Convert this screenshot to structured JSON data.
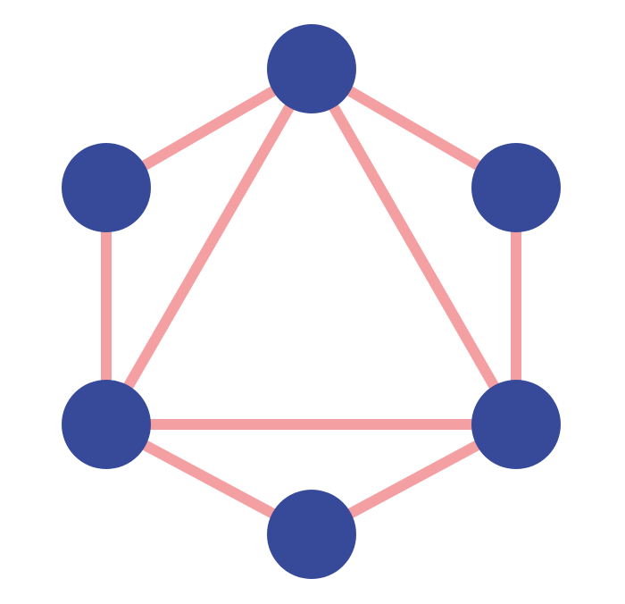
{
  "colors": {
    "background": "#ffffff",
    "node": "#374a9a",
    "edge": "#f4a0a3"
  },
  "nodes": [
    "top",
    "upper-left",
    "upper-right",
    "lower-left",
    "lower-right",
    "bottom"
  ],
  "edges": [
    [
      "top",
      "upper-left"
    ],
    [
      "top",
      "upper-right"
    ],
    [
      "upper-left",
      "lower-left"
    ],
    [
      "upper-right",
      "lower-right"
    ],
    [
      "lower-left",
      "bottom"
    ],
    [
      "lower-right",
      "bottom"
    ],
    [
      "top",
      "lower-left"
    ],
    [
      "top",
      "lower-right"
    ],
    [
      "lower-left",
      "lower-right"
    ]
  ]
}
